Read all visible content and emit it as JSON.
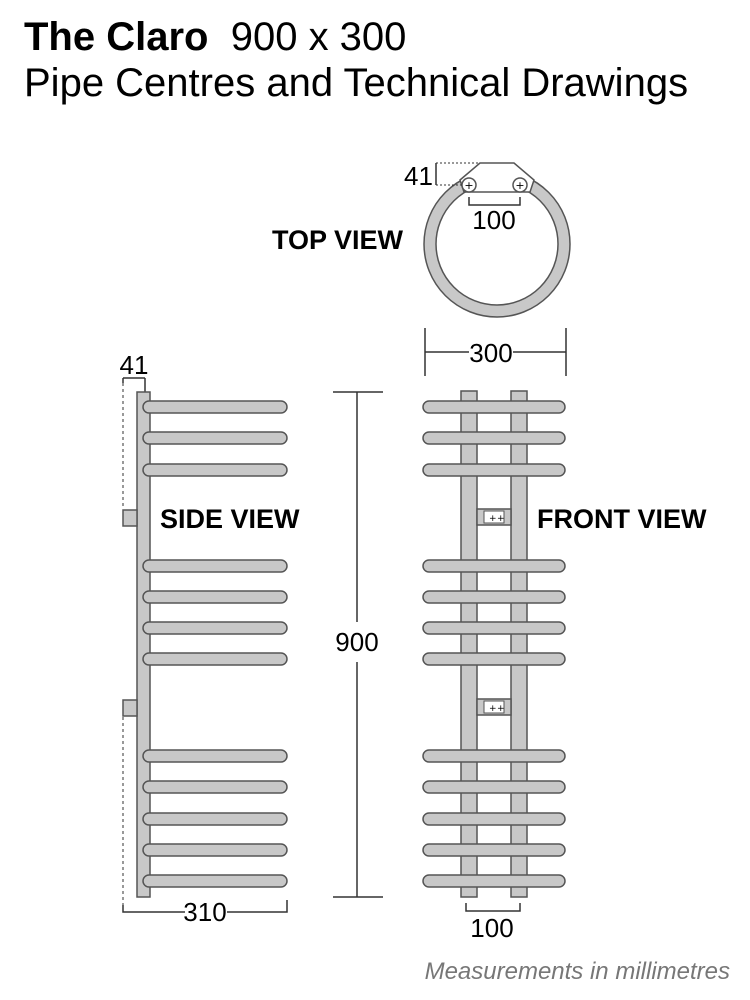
{
  "header": {
    "product_name": "The Claro",
    "size": "900 x 300",
    "subtitle": "Pipe Centres and Technical Drawings"
  },
  "views": {
    "top": "TOP VIEW",
    "side": "SIDE VIEW",
    "front": "FRONT VIEW"
  },
  "dimensions": {
    "top_offset": "41",
    "top_pipe_centres": "100",
    "overall_width": "300",
    "side_offset": "41",
    "height": "900",
    "depth": "310",
    "bottom_pipe_centres": "100"
  },
  "footnote": "Measurements in millimetres",
  "colors": {
    "fill": "#c8c8c8",
    "stroke": "#555555"
  }
}
